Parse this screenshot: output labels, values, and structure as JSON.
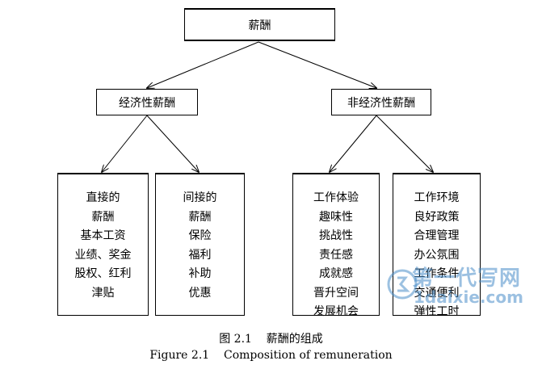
{
  "root": {
    "label": "薪酬"
  },
  "level1": [
    {
      "label": "经济性薪酬"
    },
    {
      "label": "非经济性薪酬"
    }
  ],
  "leaves": [
    {
      "items": [
        "直接的",
        "薪酬",
        "基本工资",
        "业绩、奖金",
        "股权、红利",
        "津贴"
      ]
    },
    {
      "items": [
        "间接的",
        "薪酬",
        "保险",
        "福利",
        "补助",
        "优惠"
      ]
    },
    {
      "items": [
        "工作体验",
        "趣味性",
        "挑战性",
        "责任感",
        "成就感",
        "晋升空间",
        "发展机会"
      ]
    },
    {
      "items": [
        "工作环境",
        "良好政策",
        "合理管理",
        "办公氛围",
        "工作条件",
        "交通便利",
        "弹性工时"
      ]
    }
  ],
  "caption": {
    "cn": "图 2.1    薪酬的组成",
    "en": "Figure 2.1    Composition of remuneration"
  },
  "watermark": {
    "line1": "第一代写网",
    "line2": "1daixie.com"
  },
  "colors": {
    "line": "#000000",
    "watermark": "#4a8ec9"
  }
}
